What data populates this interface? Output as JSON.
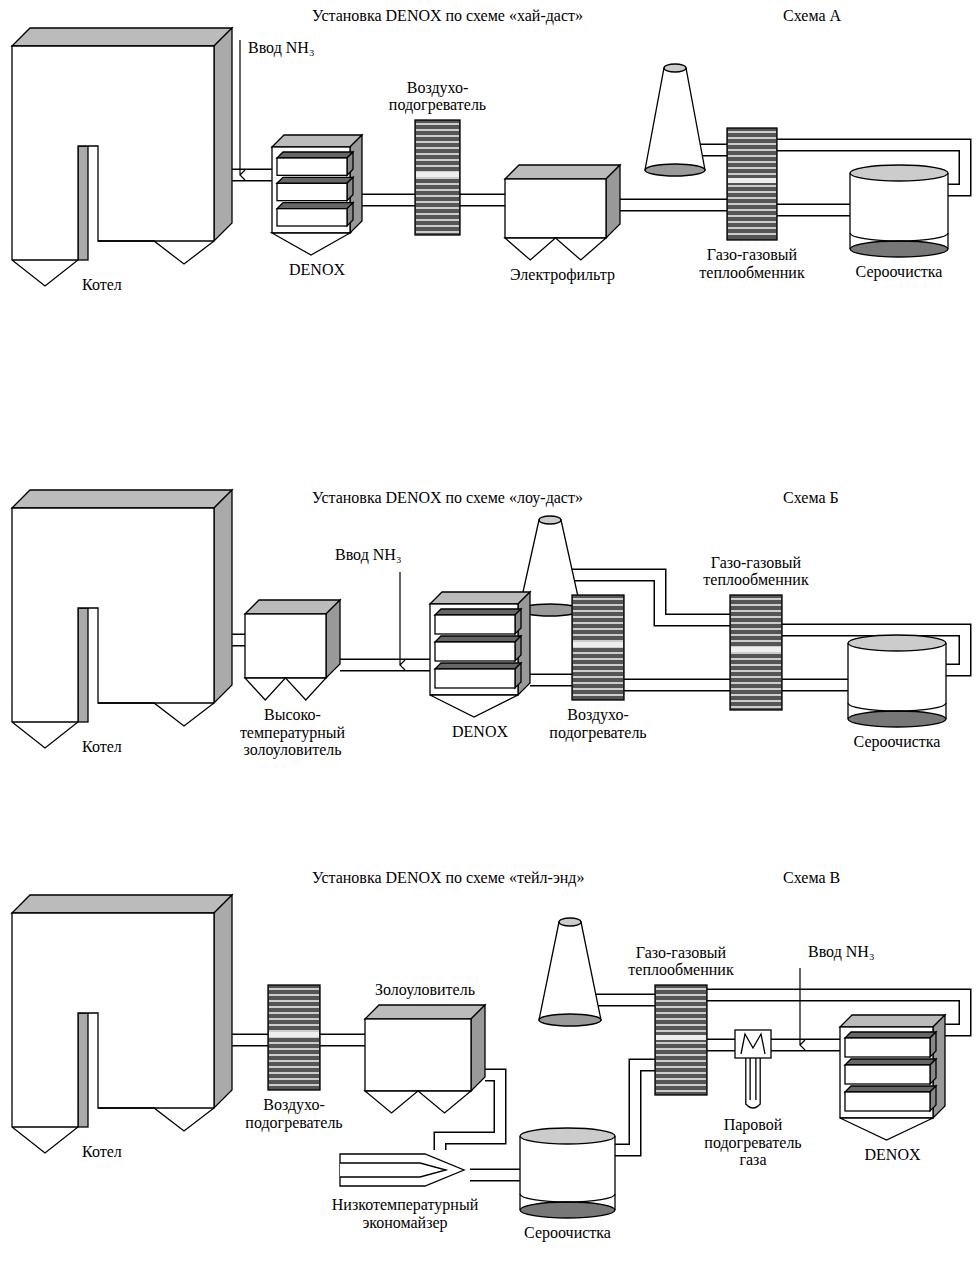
{
  "diagram": {
    "nodes": [
      {
        "text": [
          "Котел"
        ]
      },
      {
        "text": [
          "DENOX"
        ]
      },
      {
        "text": [
          "Воздухо- подогреватель"
        ]
      },
      {
        "text": [
          "Электрофильтр"
        ]
      },
      {
        "text": [
          "Газо-газовый теплообменник"
        ]
      },
      {
        "text": [
          "Сероочистка"
        ]
      },
      {
        "text": [
          "Котел"
        ]
      },
      {
        "text": [
          "Высоко- температурный золоуловитель"
        ]
      },
      {
        "text": [
          "DENOX"
        ]
      },
      {
        "text": [
          "Воздухо- подогреватель"
        ]
      },
      {
        "text": [
          "Газо-газовый теплообменник"
        ]
      },
      {
        "text": [
          "Сероочистка"
        ]
      },
      {
        "text": [
          "Котел"
        ]
      },
      {
        "text": [
          "Воздухо- подогреватель"
        ]
      },
      {
        "text": [
          "Золоуловитель"
        ]
      },
      {
        "text": [
          "Низкотемпературный экономайзер"
        ]
      },
      {
        "text": [
          "Сероочистка"
        ]
      },
      {
        "text": [
          "Газо-газовый теплообменник"
        ]
      },
      {
        "text": [
          "Паровой подогреватель газа"
        ]
      },
      {
        "text": [
          "DENOX"
        ]
      }
    ],
    "edges": [
      {
        "from": 0,
        "to": 1,
        "arrow": "none"
      },
      {
        "from": 1,
        "to": 2,
        "arrow": "none"
      },
      {
        "from": 2,
        "to": 3,
        "arrow": "none"
      },
      {
        "from": 3,
        "to": 4,
        "arrow": "none"
      },
      {
        "from": 4,
        "to": 5,
        "arrow": "none"
      },
      {
        "from": 5,
        "to": 4,
        "arrow": "none"
      },
      {
        "from": 6,
        "to": 7,
        "arrow": "none"
      },
      {
        "from": 7,
        "to": 8,
        "arrow": "none"
      },
      {
        "from": 8,
        "to": 9,
        "arrow": "none"
      },
      {
        "from": 9,
        "to": 10,
        "arrow": "none"
      },
      {
        "from": 10,
        "to": 11,
        "arrow": "none"
      },
      {
        "from": 11,
        "to": 10,
        "arrow": "none"
      },
      {
        "from": 12,
        "to": 13,
        "arrow": "none"
      },
      {
        "from": 13,
        "to": 14,
        "arrow": "none"
      },
      {
        "from": 14,
        "to": 15,
        "arrow": "none"
      },
      {
        "from": 15,
        "to": 16,
        "arrow": "none"
      },
      {
        "from": 16,
        "to": 17,
        "arrow": "none"
      },
      {
        "from": 17,
        "to": 18,
        "arrow": "none"
      },
      {
        "from": 18,
        "to": 19,
        "arrow": "none"
      },
      {
        "from": 19,
        "to": 17,
        "arrow": "none"
      }
    ],
    "labels": [
      "Установка DENOX по схеме «хай-даст»",
      "Схема А",
      "Ввод NH₃",
      "Установка DENOX по схеме «лоу-даст»",
      "Схема Б",
      "Ввод NH₃",
      "Установка DENOX по схеме «тейл-энд»",
      "Схема В",
      "Ввод NH₃"
    ]
  }
}
